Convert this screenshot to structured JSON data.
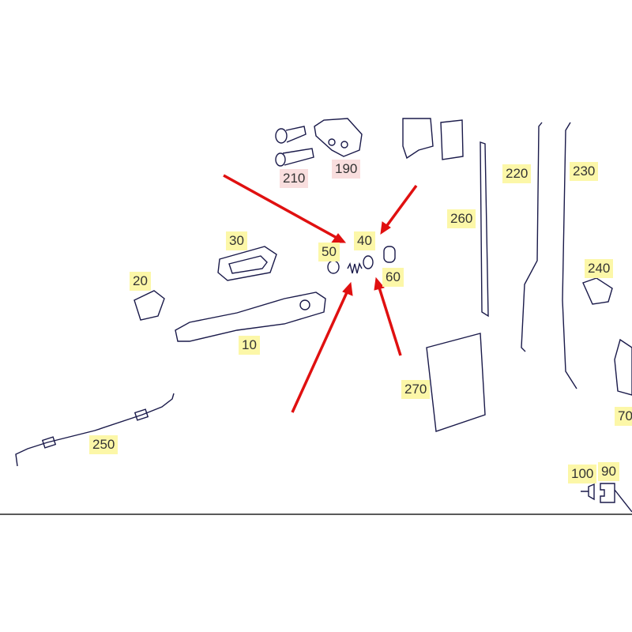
{
  "diagram": {
    "part_labels": [
      {
        "id": "210",
        "text": "210",
        "style": "pink"
      },
      {
        "id": "190",
        "text": "190",
        "style": "pink"
      },
      {
        "id": "220",
        "text": "220",
        "style": "yellow"
      },
      {
        "id": "230",
        "text": "230",
        "style": "yellow"
      },
      {
        "id": "260",
        "text": "260",
        "style": "yellow"
      },
      {
        "id": "30",
        "text": "30",
        "style": "yellow"
      },
      {
        "id": "40",
        "text": "40",
        "style": "yellow"
      },
      {
        "id": "50",
        "text": "50",
        "style": "yellow"
      },
      {
        "id": "60",
        "text": "60",
        "style": "yellow"
      },
      {
        "id": "240",
        "text": "240",
        "style": "yellow"
      },
      {
        "id": "20",
        "text": "20",
        "style": "yellow"
      },
      {
        "id": "10",
        "text": "10",
        "style": "yellow"
      },
      {
        "id": "270",
        "text": "270",
        "style": "yellow"
      },
      {
        "id": "250",
        "text": "250",
        "style": "yellow"
      },
      {
        "id": "70",
        "text": "70",
        "style": "yellow"
      },
      {
        "id": "100",
        "text": "100",
        "style": "yellow"
      },
      {
        "id": "90",
        "text": "90",
        "style": "yellow"
      }
    ],
    "colors": {
      "line": "#1a1a4a",
      "arrow": "#e01010",
      "label_bg": "#fcf7a8",
      "label_bg_pink": "#f9dede"
    }
  }
}
